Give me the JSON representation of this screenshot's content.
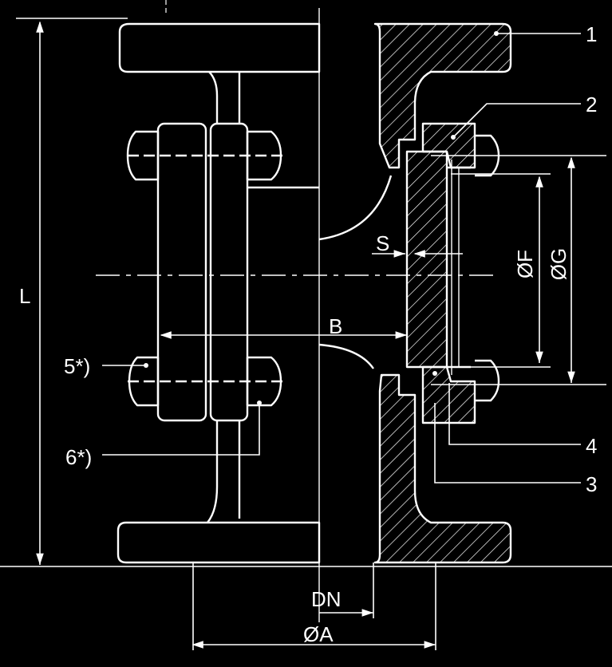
{
  "callouts": {
    "part_1": "1",
    "part_2": "2",
    "part_3": "3",
    "part_4": "4",
    "part_5": "5*)",
    "part_6": "6*)"
  },
  "dimensions": {
    "length": "L",
    "bore": "B",
    "wall": "S",
    "nominal": "DN",
    "diameter_a": "ØA",
    "diameter_f": "ØF",
    "diameter_g": "ØG"
  },
  "colors": {
    "background": "#000000",
    "line": "#ffffff"
  }
}
